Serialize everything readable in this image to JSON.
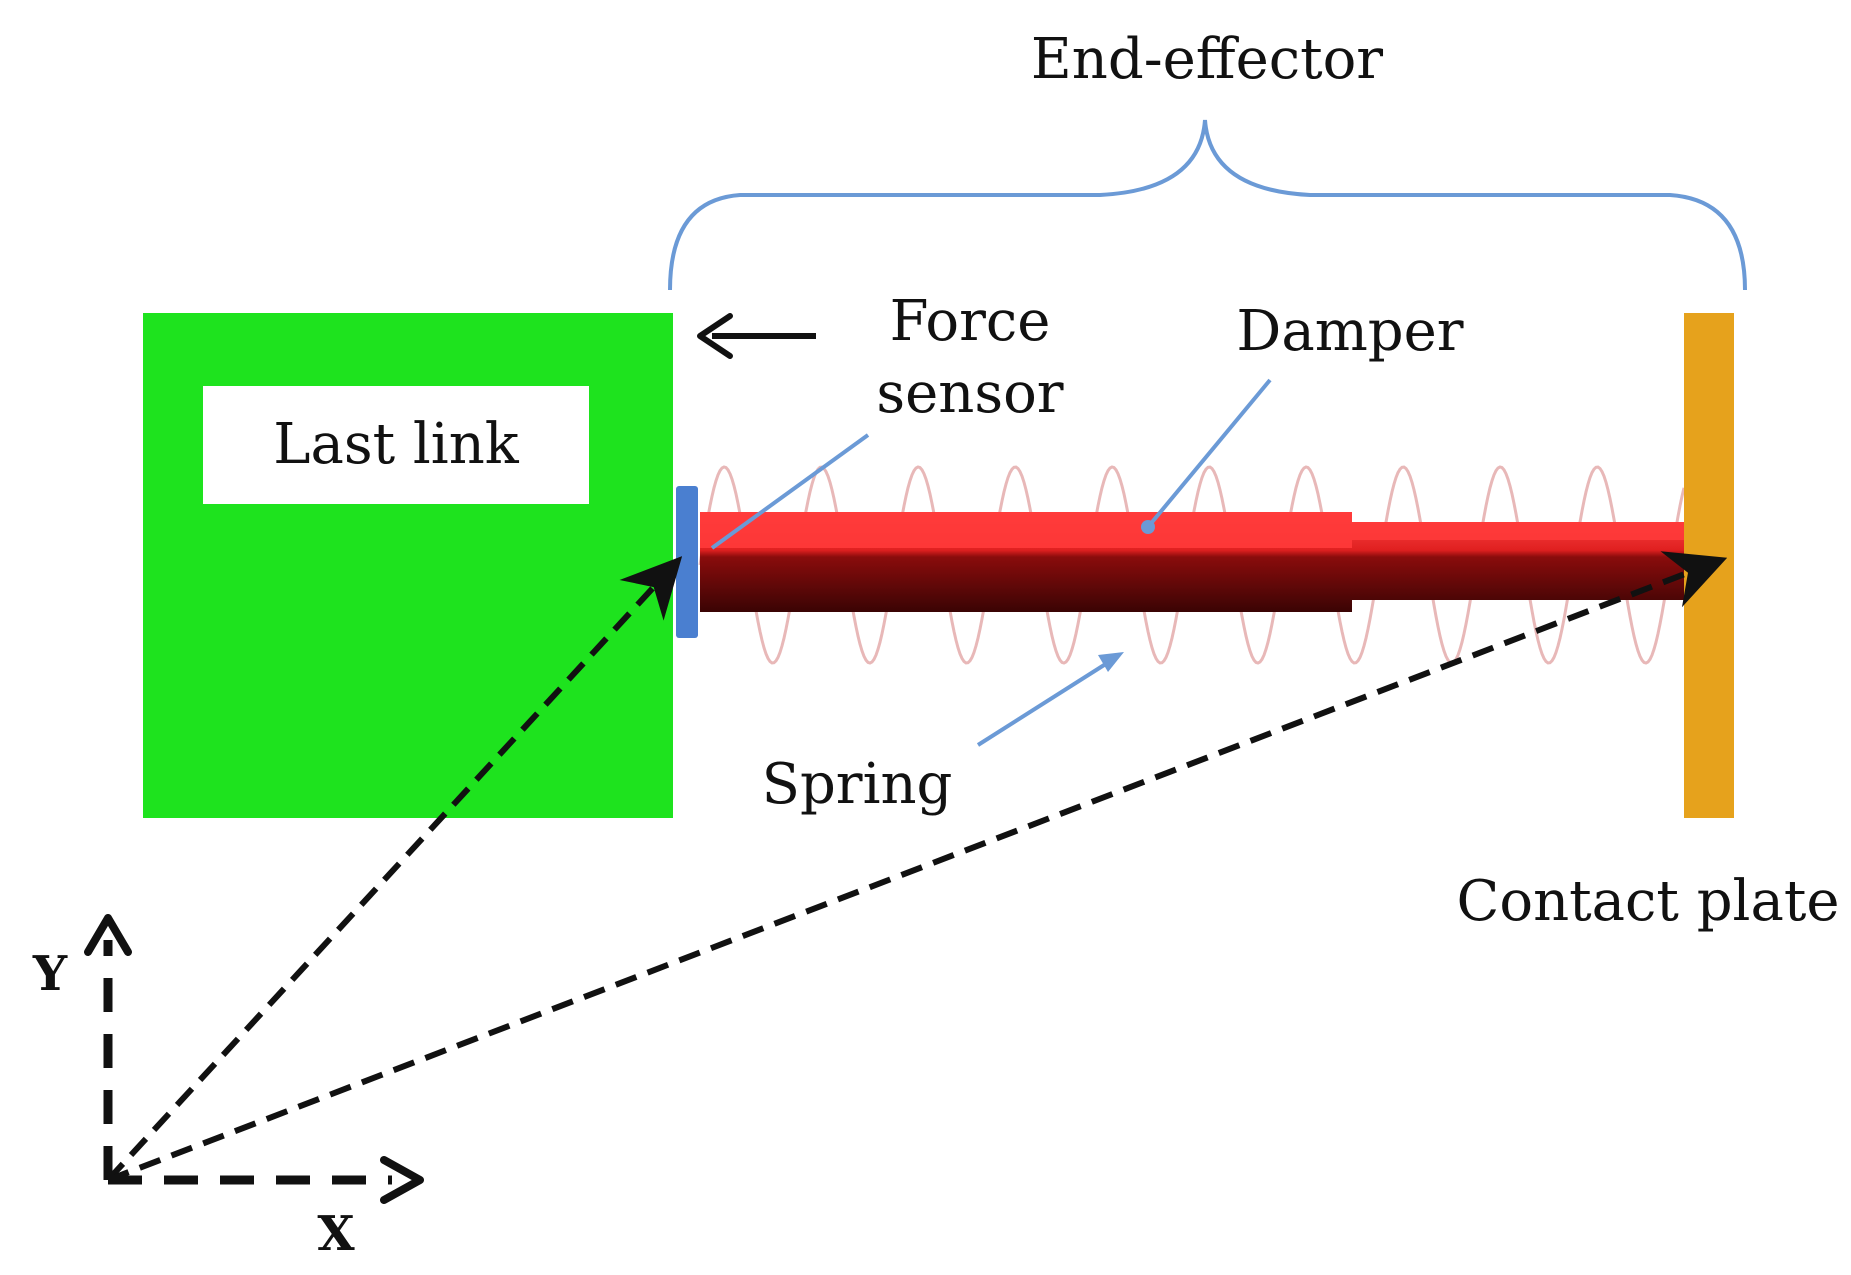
{
  "colors": {
    "last_link": "#1ee31e",
    "damper_light": "#ff3a3a",
    "damper_dark": "#4a0606",
    "spring": "#e8b8b8",
    "contact_plate": "#e6a21c",
    "force_sensor": "#4a7fd0",
    "leader_lines": "#6b9ad6",
    "vectors": "#111111"
  },
  "labels": {
    "end_effector": "End-effector",
    "force_sensor_line1": "Force",
    "force_sensor_line2": "sensor",
    "damper": "Damper",
    "last_link": "Last link",
    "spring": "Spring",
    "contact_plate": "Contact plate",
    "axis_y": "Y",
    "axis_x": "X"
  },
  "icons": {
    "force_arrow": "left-arrow-icon",
    "axis_arrows": "dashed-arrow-icon"
  }
}
